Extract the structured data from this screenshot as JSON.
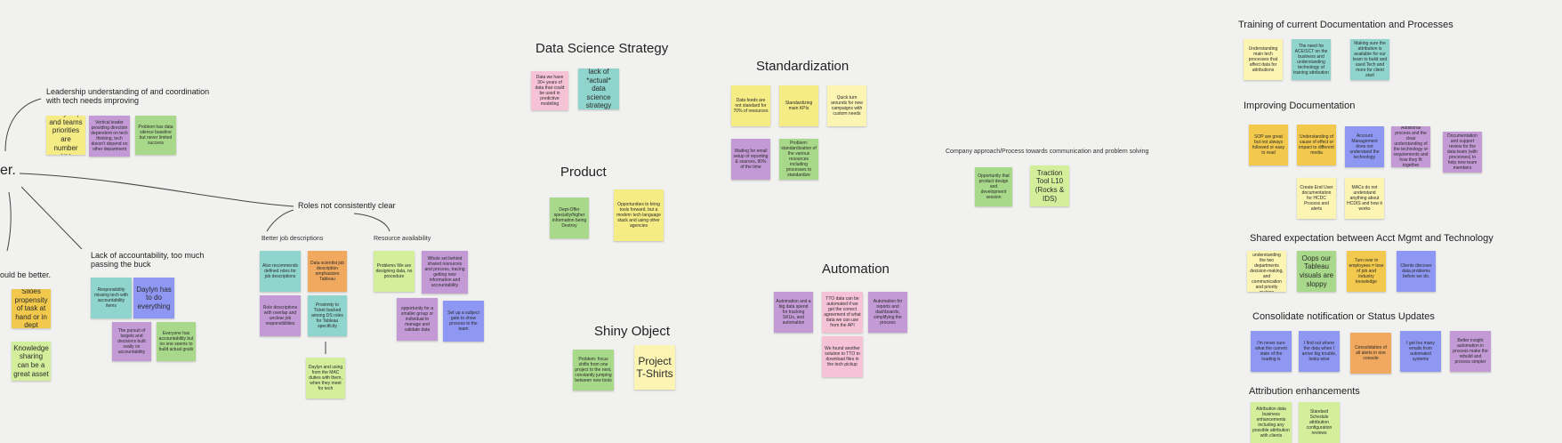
{
  "colors": {
    "background": "#f1f1f0",
    "yellow": "#f6ec86",
    "light_yellow": "#fbf4b3",
    "orange": "#f0a95e",
    "green": "#a8d98a",
    "light_green": "#d3ef9c",
    "teal": "#8fd5cd",
    "pink": "#f6c3d6",
    "purple": "#c39ad6",
    "blue": "#8e97f2",
    "gold": "#f2c94c",
    "connector": "#444444"
  },
  "central_node": "er.",
  "left_branches": {
    "leadership": "Leadership understanding of and coordination with tech needs improving",
    "accountability": "Lack of accountability, too much passing the buck",
    "could_be_better": "ould be better.",
    "roles_unclear": "Roles not consistently clear",
    "better_job_descriptions": "Better job descriptions",
    "resource_availability": "Resource availability"
  },
  "leadership_notes": [
    "Every dept and teams priorities are number one",
    "Vertical leader providing direction dependent on tech thinking, tech doesn't depend on other department",
    "Problem has data silence baseline but never limited success"
  ],
  "accountability_notes": [
    "Responsibility missing tech with accountability items",
    "Daylyn has to do everything",
    "The pursuit of targets and decisions built really on accountability"
  ],
  "accountability_note_extra": "Everyone has accountability but no one seems to build actual goals",
  "could_be_better_notes": [
    "Siloes propensity of task at hand or in dept",
    "Knowledge sharing can be a great asset"
  ],
  "job_description_notes": [
    "Also recommends defined roles for job descriptions",
    "Data scientist job description emphasizes Tableau",
    "Role descriptions with overlap and unclear job responsibilities",
    "Proximity to Ticket backed among DS roles for Tableau specificity",
    "Daylyn and using from the MAC duties with them, when they meet for tech"
  ],
  "resource_notes": [
    "Problems We are designing data, no procedure",
    "Whole set behind shared resources and process, tracing getting new information and accountability",
    "opportunity for a smaller group or individual to manage and validate data",
    "Set up a subject gate to show process to the team"
  ],
  "data_science_strategy": {
    "title": "Data Science Strategy",
    "notes": [
      "Data we have 30+ years of data that could be used in predictive modeling",
      "lack of *actual* data science strategy"
    ]
  },
  "product": {
    "title": "Product",
    "notes": [
      "Dept-Offer specialty/higher information being Destroy",
      "Opportunities to bring tools forward, but a modern tech language stack and using other agencies"
    ]
  },
  "standardization": {
    "title": "Standardization",
    "notes": [
      "Data feeds are not standard for 70% of resources",
      "Standardizing main KPIs",
      "Quick turn arounds for new campaigns with custom needs",
      "Waiting for email setup of reporting & sources, 90% of the time",
      "Problem: standardization of the various resources including processes to standardize"
    ]
  },
  "company_approach": {
    "title": "Company approach/Process towards communication and problem solving",
    "notes": [
      "Opportunity that product design and development session",
      "Traction Tool L10 (Rocks & IDS)"
    ]
  },
  "automation": {
    "title": "Automation",
    "notes": [
      "Automation and a big data spend for tracking SKUs, and automation",
      "TTO data can be automated if we get the correct agreement of what data we can use from the API",
      "Automation for reports and dashboards, simplifying the process",
      "We found another solution to TTO to download files in the tech pickup"
    ]
  },
  "shiny_object": {
    "title": "Shiny Object",
    "notes": [
      "Problem: focus shifts from one project to the next, constantly jumping between new tools",
      "Project T-Shirts"
    ]
  },
  "training": {
    "title": "Training of current Documentation and Processes",
    "notes": [
      "Understanding main tech processes that affect data for attributions",
      "The need for ACE/SCT on the business and understanding technology of training attribution",
      "Making sure the attribution is available for our team to build and used Tech and more for client start"
    ]
  },
  "improving_documentation": {
    "title": "Improving Documentation",
    "notes": [
      "SOP are great but not always followed or easy to read",
      "Understanding of cause of effect or impact to different media",
      "Account Management does not understand the technology",
      "Additional process and the clear understanding of the technology or requirements and how they fit together",
      "Documentation and support review for the data team (with processes) to help new team members"
    ],
    "notes_row2": [
      "Create End User documentation for HCDC Process and alerts",
      "MACs do not understand anything about HCDIS and how it works"
    ]
  },
  "shared_expectation": {
    "title": "Shared expectation between Acct Mgmt and Technology",
    "notes": [
      "Lack of understanding the two departments decision-making, and communication and priority making",
      "Oops our Tableau visuals are sloppy",
      "Turn over in employees = lose of job and industry knowledge",
      "Clients discover data problems before we do."
    ]
  },
  "consolidate": {
    "title": "Consolidate notification or Status Updates",
    "notes": [
      "I'm never sure what the current state of the loading is",
      "I find out where the data when I arrive big trouble, looks wise",
      "Consolidation of all alerts in one console",
      "I get too many emails from automated systems",
      "Better insight automation in process make the rebuild and process simpler"
    ]
  },
  "attribution": {
    "title": "Attribution enhancements",
    "notes": [
      "Attribution data business enhancements including any possible attribution with clients",
      "Standard Schedule attribution configuration reviews"
    ]
  }
}
